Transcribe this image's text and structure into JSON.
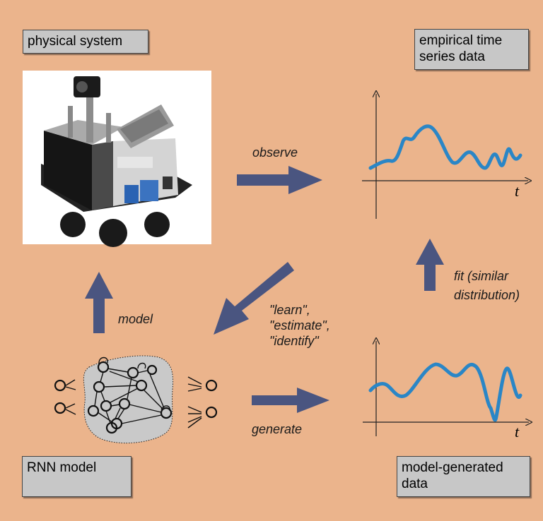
{
  "boxes": {
    "physical_system": "physical system",
    "empirical_line1": "empirical time",
    "empirical_line2": "series data",
    "rnn_model": "RNN model",
    "generated_line1": "model-generated",
    "generated_line2": "data"
  },
  "arrows": {
    "observe": "observe",
    "model": "model",
    "learn_line1": "\"learn\",",
    "learn_line2": "\"estimate\",",
    "learn_line3": "\"identify\"",
    "fit_line1": "fit (similar",
    "fit_line2": "distribution)",
    "generate": "generate"
  },
  "axes": {
    "t_top": "t",
    "t_bottom": "t"
  },
  "colors": {
    "background": "#ebb48c",
    "arrow": "#4a5580",
    "curve": "#2a86c6",
    "box": "#c7c7c7"
  }
}
